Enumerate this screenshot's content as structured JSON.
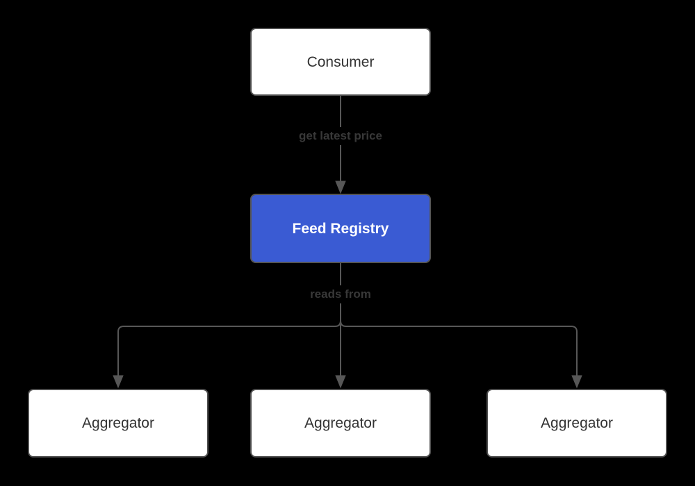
{
  "diagram": {
    "type": "flowchart",
    "direction": "top-down",
    "nodes": {
      "consumer": {
        "label": "Consumer"
      },
      "feed_registry": {
        "label": "Feed Registry"
      },
      "aggregators": [
        {
          "label": "Aggregator"
        },
        {
          "label": "Aggregator"
        },
        {
          "label": "Aggregator"
        }
      ]
    },
    "edges": {
      "consumer_to_registry": {
        "label": "get latest price",
        "from": "Consumer",
        "to": "Feed Registry"
      },
      "registry_to_aggregators": {
        "label": "reads from",
        "from": "Feed Registry",
        "to": "Aggregator (x3)"
      }
    }
  },
  "colors": {
    "background": "#000000",
    "node_fill": "#ffffff",
    "node_border": "#4f4f4f",
    "node_text": "#333333",
    "accent_fill": "#3A5BD3",
    "accent_border": "#555555",
    "accent_text": "#ffffff",
    "edge_line": "#575757",
    "edge_label_text": "#383838"
  }
}
